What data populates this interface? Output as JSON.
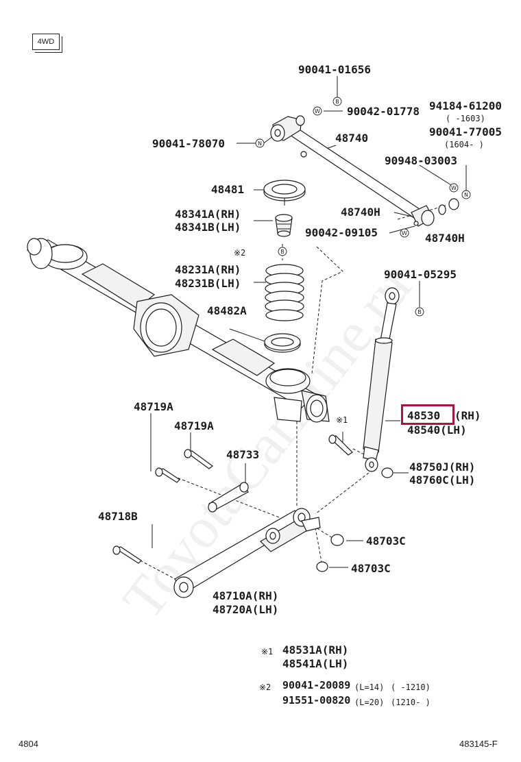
{
  "variant_tag": "4WD",
  "watermark": "ToyotaCarMine.ru",
  "labels": {
    "p90041_01656": "90041-01656",
    "p90042_01778": "90042-01778",
    "p94184_61200": "94184-61200",
    "p94184_range": "(    -1603)",
    "p90041_77005": "90041-77005",
    "p90041_77005_range": "(1604-    )",
    "p90041_78070": "90041-78070",
    "p48740": "48740",
    "p90948_03003": "90948-03003",
    "p48481": "48481",
    "p48740h_a": "48740H",
    "p48740h_b": "48740H",
    "p48341a": "48341A(RH)",
    "p48341b": "48341B(LH)",
    "p90042_09105": "90042-09105",
    "note2_mark": "※2",
    "p48231a": "48231A(RH)",
    "p48231b": "48231B(LH)",
    "p90041_05295": "90041-05295",
    "p48482a": "48482A",
    "p48719a_1": "48719A",
    "p48719a_2": "48719A",
    "note1_mark": "※1",
    "p48530": "48530",
    "p48530_side": "(RH)",
    "p48540": "48540(LH)",
    "p48733": "48733",
    "p48750j": "48750J(RH)",
    "p48760c": "48760C(LH)",
    "p48718b": "48718B",
    "p48703c_1": "48703C",
    "p48703c_2": "48703C",
    "p48710a": "48710A(RH)",
    "p48720a": "48720A(LH)"
  },
  "callouts": {
    "b1": "B",
    "b2": "B",
    "b3": "B",
    "w1": "W",
    "w2": "W",
    "w3": "W",
    "n1": "N",
    "n2": "N"
  },
  "notes": {
    "n1_mark": "※1",
    "n1_line1": "48531A(RH)",
    "n1_line2": "48541A(LH)",
    "n2_mark": "※2",
    "n2_line1": "90041-20089",
    "n2_line1_len": "(L=14)",
    "n2_line1_range": "(      -1210)",
    "n2_line2": "91551-00820",
    "n2_line2_len": "(L=20)",
    "n2_line2_range": "(1210-      )"
  },
  "footer": {
    "page": "4804",
    "figure": "483145-F"
  },
  "colors": {
    "highlight": "#b0123b",
    "ink": "#1a1a1a"
  }
}
